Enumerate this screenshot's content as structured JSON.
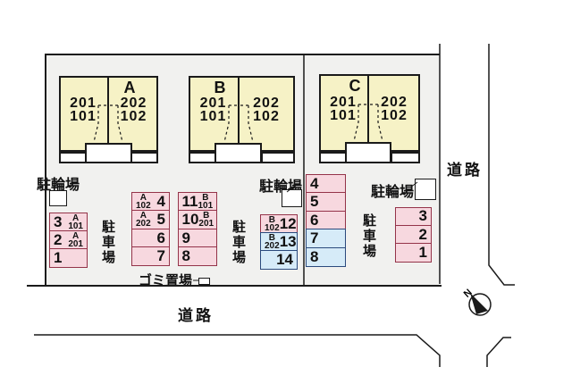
{
  "buildings": [
    {
      "letter": "A",
      "left_unit": "201\n101",
      "right_unit": "202\n102"
    },
    {
      "letter": "B",
      "left_unit": "201\n101",
      "right_unit": "202\n102"
    },
    {
      "letter": "C",
      "left_unit": "201\n101",
      "right_unit": "202\n102"
    }
  ],
  "labels": {
    "bicycle_parking_a": "駐輪場",
    "bicycle_parking_b": "駐輪場",
    "bicycle_parking_c": "駐輪場",
    "car_parking_left": "駐車場",
    "car_parking_mid": "駐車場",
    "car_parking_right": "駐車場",
    "garbage_area": "ゴミ置場",
    "road_bottom": "道路",
    "road_right": "道路",
    "compass_north": "N"
  },
  "colors": {
    "building_fill": "#f6f2c6",
    "site_fill": "#f1f1ef",
    "parking_pink_fill": "#f7d8df",
    "parking_pink_border": "#943349",
    "parking_blue_fill": "#d6ebf8",
    "parking_blue_border": "#2b4a7d"
  },
  "parking": {
    "left_column": [
      {
        "num": "3",
        "unit": "A\n101",
        "fill": "pink",
        "num_side": "left"
      },
      {
        "num": "2",
        "unit": "A\n201",
        "fill": "pink",
        "num_side": "left"
      },
      {
        "num": "1",
        "fill": "pink",
        "num_side": "left"
      }
    ],
    "mid_a_column": [
      {
        "num": "4",
        "unit": "A\n102",
        "fill": "pink",
        "num_side": "right"
      },
      {
        "num": "5",
        "unit": "A\n202",
        "fill": "pink",
        "num_side": "right"
      },
      {
        "num": "6",
        "fill": "pink",
        "num_side": "right"
      },
      {
        "num": "7",
        "fill": "pink",
        "num_side": "right"
      }
    ],
    "mid_b_column": [
      {
        "num": "11",
        "unit": "B\n101",
        "fill": "pink",
        "num_side": "left"
      },
      {
        "num": "10",
        "unit": "B\n201",
        "fill": "pink",
        "num_side": "left"
      },
      {
        "num": "9",
        "fill": "pink",
        "num_side": "left"
      },
      {
        "num": "8",
        "fill": "pink",
        "num_side": "left"
      }
    ],
    "b_right_column": [
      {
        "num": "12",
        "unit": "B\n102",
        "fill": "pink",
        "num_side": "right"
      },
      {
        "num": "13",
        "unit": "B\n202",
        "fill": "blue",
        "num_side": "right"
      },
      {
        "num": "14",
        "fill": "blue",
        "num_side": "right"
      }
    ],
    "c_left_column": [
      {
        "num": "4",
        "fill": "pink",
        "num_side": "left"
      },
      {
        "num": "5",
        "fill": "pink",
        "num_side": "left"
      },
      {
        "num": "6",
        "fill": "pink",
        "num_side": "left"
      },
      {
        "num": "7",
        "fill": "blue",
        "num_side": "left"
      },
      {
        "num": "8",
        "fill": "blue",
        "num_side": "left"
      }
    ],
    "c_right_column": [
      {
        "num": "3",
        "fill": "pink",
        "num_side": "right"
      },
      {
        "num": "2",
        "fill": "pink",
        "num_side": "right"
      },
      {
        "num": "1",
        "fill": "pink",
        "num_side": "right"
      }
    ]
  }
}
